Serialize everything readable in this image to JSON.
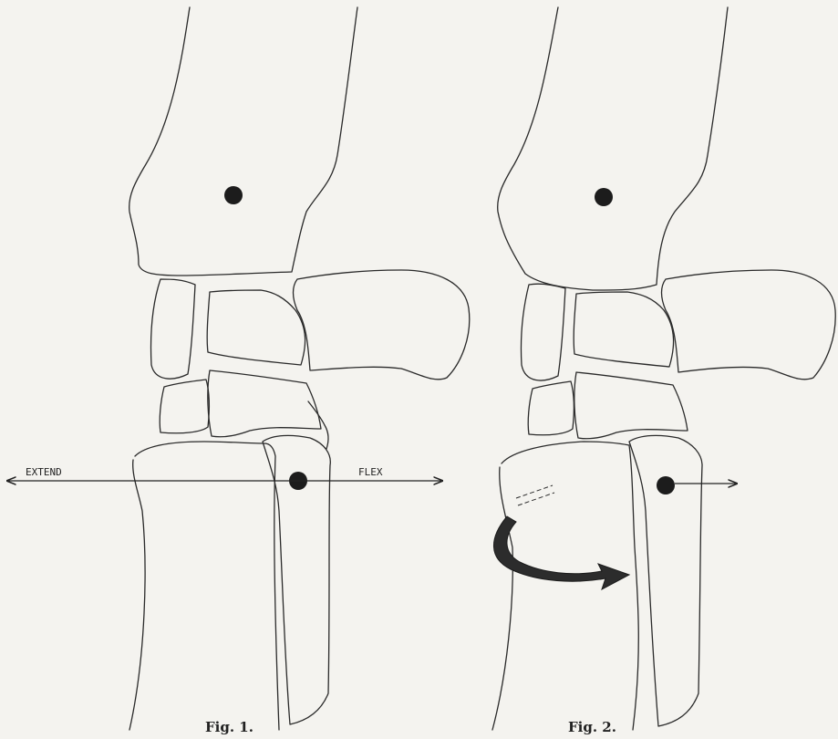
{
  "figures": [
    {
      "caption": "Fig. 1.",
      "labels": {
        "left": "EXTEND",
        "right": "FLEX"
      }
    },
    {
      "caption": "Fig. 2."
    }
  ],
  "colors": {
    "ink": "#222222",
    "paper": "#f4f3ef"
  }
}
